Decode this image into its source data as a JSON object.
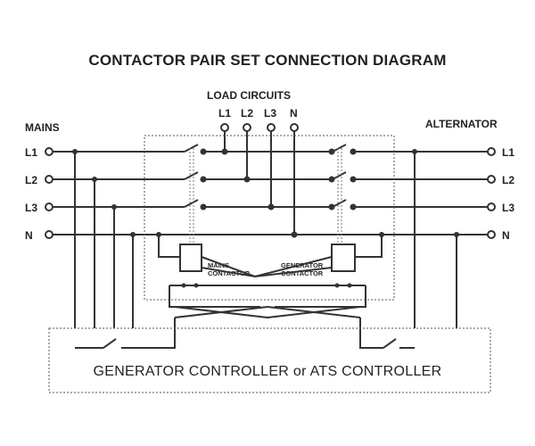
{
  "title": "CONTACTOR PAIR SET CONNECTION DIAGRAM",
  "mains_label": "MAINS",
  "alternator_label": "ALTERNATOR",
  "load_label": "LOAD CIRCUITS",
  "phases": [
    "L1",
    "L2",
    "L3",
    "N"
  ],
  "mains_contactor": [
    "MAINS",
    "CONTACTOR"
  ],
  "generator_contactor": [
    "GENERATOR",
    "CONTACTOR"
  ],
  "controller_label": "GENERATOR CONTROLLER or ATS CONTROLLER"
}
